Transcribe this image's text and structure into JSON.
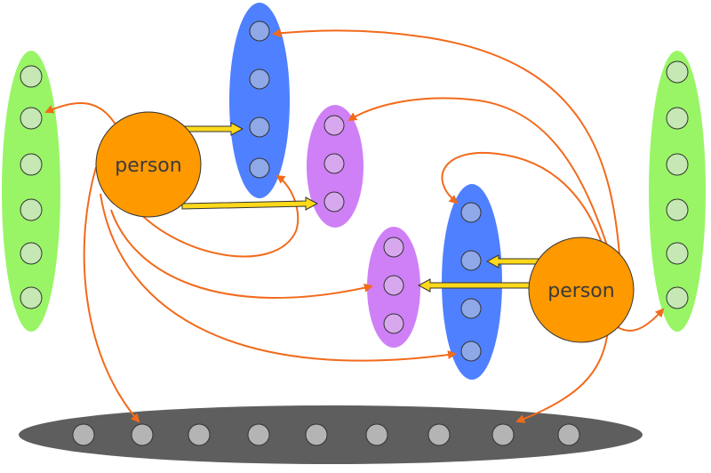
{
  "colors": {
    "green_group": "#99f566",
    "green_node": "#c5e8b4",
    "blue_group": "#4f80ff",
    "blue_node": "#8ea8e8",
    "purple_group": "#cf80f6",
    "purple_node": "#d8a8ef",
    "gray_group": "#5e5e5e",
    "gray_node": "#b4b4b4",
    "person": "#ff9900",
    "edge": "#f26a1b",
    "block_arrow": "#ffd91a"
  },
  "persons": [
    {
      "id": "person-left",
      "label": "person"
    },
    {
      "id": "person-right",
      "label": "person"
    }
  ],
  "groups": [
    {
      "id": "green-left",
      "color": "green",
      "node_count": 6
    },
    {
      "id": "blue-top",
      "color": "blue",
      "node_count": 4
    },
    {
      "id": "purple-top",
      "color": "purple",
      "node_count": 3
    },
    {
      "id": "blue-mid",
      "color": "blue",
      "node_count": 4
    },
    {
      "id": "purple-mid",
      "color": "purple",
      "node_count": 3
    },
    {
      "id": "green-right",
      "color": "green",
      "node_count": 6
    },
    {
      "id": "gray-bottom",
      "color": "gray",
      "node_count": 9
    }
  ]
}
